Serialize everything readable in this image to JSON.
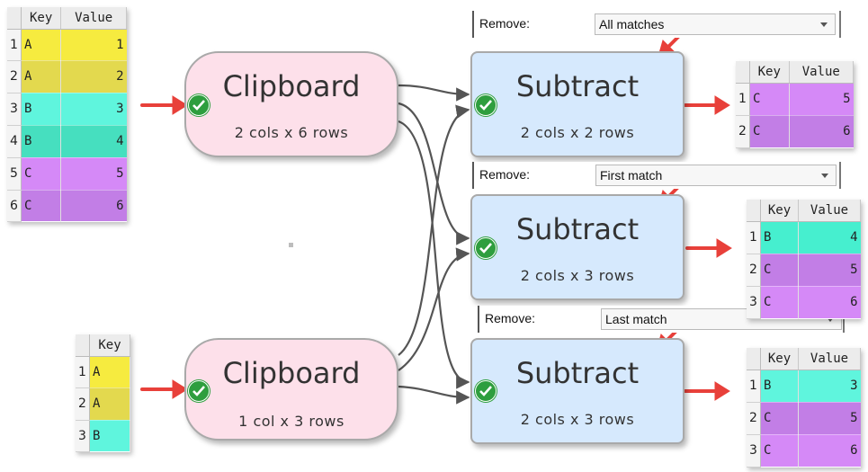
{
  "input_tables": [
    {
      "headers": [
        "Key",
        "Value"
      ],
      "rows": [
        {
          "n": "1",
          "key": "A",
          "value": "1",
          "color": "#f6eb3f"
        },
        {
          "n": "2",
          "key": "A",
          "value": "2",
          "color": "#e3d94e"
        },
        {
          "n": "3",
          "key": "B",
          "value": "3",
          "color": "#5ff5dd"
        },
        {
          "n": "4",
          "key": "B",
          "value": "4",
          "color": "#46dfbf"
        },
        {
          "n": "5",
          "key": "C",
          "value": "5",
          "color": "#d589f7"
        },
        {
          "n": "6",
          "key": "C",
          "value": "6",
          "color": "#c27ee6"
        }
      ]
    },
    {
      "headers": [
        "Key"
      ],
      "rows": [
        {
          "n": "1",
          "key": "A",
          "color": "#f6eb3f"
        },
        {
          "n": "2",
          "key": "A",
          "color": "#e3d94e"
        },
        {
          "n": "3",
          "key": "B",
          "color": "#5ff5dd"
        }
      ]
    }
  ],
  "nodes": {
    "clipboard1": {
      "title": "Clipboard",
      "subtitle": "2 cols x 6 rows"
    },
    "clipboard2": {
      "title": "Clipboard",
      "subtitle": "1 col x 3 rows"
    },
    "subtract1": {
      "title": "Subtract",
      "subtitle": "2 cols x 2 rows",
      "remove_label": "Remove:",
      "remove_value": "All matches"
    },
    "subtract2": {
      "title": "Subtract",
      "subtitle": "2 cols x 3 rows",
      "remove_label": "Remove:",
      "remove_value": "First match"
    },
    "subtract3": {
      "title": "Subtract",
      "subtitle": "2 cols x 3 rows",
      "remove_label": "Remove:",
      "remove_value": "Last match"
    }
  },
  "output_tables": [
    {
      "headers": [
        "Key",
        "Value"
      ],
      "rows": [
        {
          "n": "1",
          "key": "C",
          "value": "5",
          "color": "#d589f7"
        },
        {
          "n": "2",
          "key": "C",
          "value": "6",
          "color": "#c27ee6"
        }
      ]
    },
    {
      "headers": [
        "Key",
        "Value"
      ],
      "rows": [
        {
          "n": "1",
          "key": "B",
          "value": "4",
          "color": "#46efcf"
        },
        {
          "n": "2",
          "key": "C",
          "value": "5",
          "color": "#c27ee6"
        },
        {
          "n": "3",
          "key": "C",
          "value": "6",
          "color": "#d589f7"
        }
      ]
    },
    {
      "headers": [
        "Key",
        "Value"
      ],
      "rows": [
        {
          "n": "1",
          "key": "B",
          "value": "3",
          "color": "#5ff5dd"
        },
        {
          "n": "2",
          "key": "C",
          "value": "5",
          "color": "#c27ee6"
        },
        {
          "n": "3",
          "key": "C",
          "value": "6",
          "color": "#d589f7"
        }
      ]
    }
  ],
  "colors": {
    "clipboard_fill": "#fde0ea",
    "subtract_fill": "#d6e9fd",
    "connector": "#555555",
    "annotation_arrow": "#e8403a",
    "check": "#2e9e3e"
  }
}
